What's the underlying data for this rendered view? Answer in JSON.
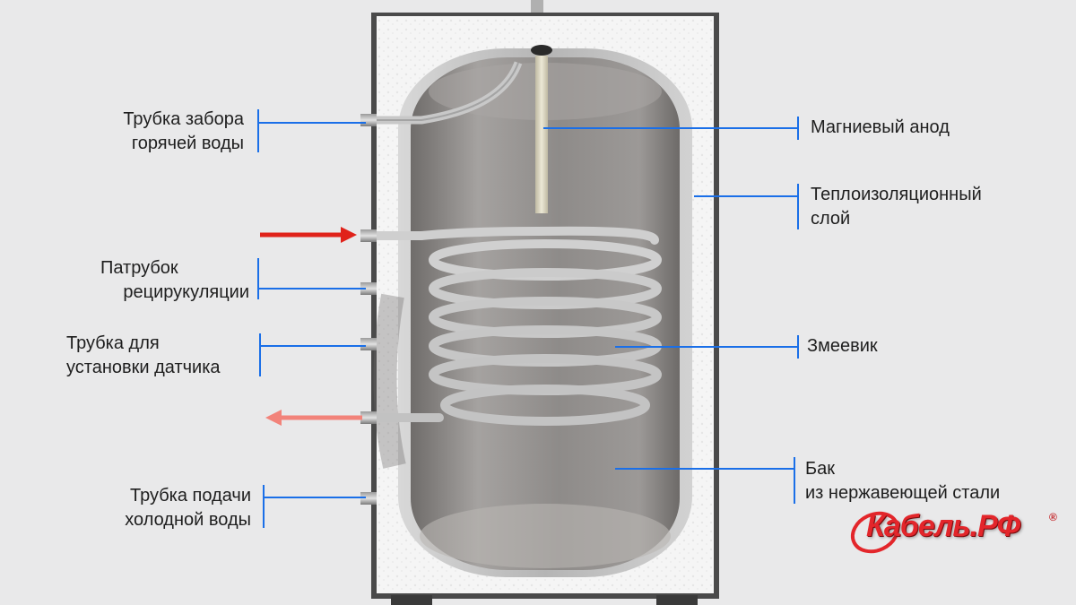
{
  "labels": {
    "hot_water_pipe": [
      "Трубка забора",
      "горячей воды"
    ],
    "recirculation": [
      "Патрубок",
      "рецирукуляции"
    ],
    "sensor_pipe": [
      "Трубка для",
      "установки датчика"
    ],
    "cold_water_pipe": [
      "Трубка подачи",
      "холодной воды"
    ],
    "magnesium_anode": [
      "Магниевый анод"
    ],
    "insulation": [
      "Теплоизоляционный",
      "слой"
    ],
    "coil": [
      "Змеевик"
    ],
    "tank": [
      "Бак",
      "из нержавеющей стали"
    ]
  },
  "logo": {
    "text": "Кабель.РФ",
    "mark": "®"
  },
  "colors": {
    "leader_line": "#1a6fe8",
    "inlet_arrow": "#e0221a",
    "outlet_arrow": "#f2837a",
    "insulation": "#f4f4f4",
    "tank_wall": "#bdbdbd",
    "tank_inner": "#8d8a88",
    "coil": "#c9c9c9",
    "anode": "#ddd8c2",
    "logo": "#e3262b"
  }
}
